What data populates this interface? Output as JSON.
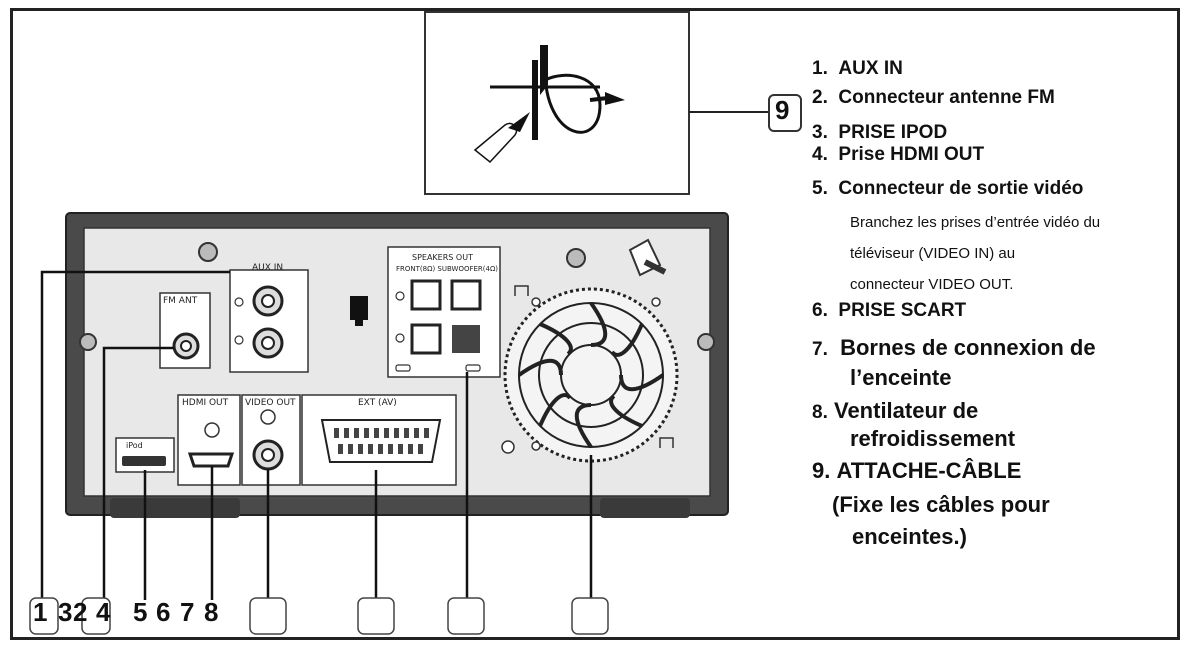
{
  "list": {
    "items": [
      {
        "num": "1.",
        "text": "AUX IN"
      },
      {
        "num": "2.",
        "text": "Connecteur antenne FM"
      },
      {
        "num": "3.",
        "text": "PRISE  IPOD"
      },
      {
        "num": "4.",
        "text": "Prise HDMI OUT"
      },
      {
        "num": "5.",
        "text": "Connecteur de sortie vidéo"
      },
      {
        "num": "6.",
        "text": "PRISE SCART"
      },
      {
        "num": "7.",
        "text": "Bornes de connexion de"
      },
      {
        "num": "8.",
        "text": "Ventilateur de"
      },
      {
        "num": "9.",
        "text": "ATTACHE-CÂBLE"
      }
    ],
    "item5_desc": [
      "Branchez les prises d’entrée vidéo du",
      "téléviseur (VIDEO IN) au",
      "connecteur VIDEO OUT."
    ],
    "item7_cont": "l’enceinte",
    "item8_cont": "refroidissement",
    "item9_cont": [
      "(Fixe les câbles pour",
      "enceintes.)"
    ]
  },
  "callout_top": "9",
  "bottom_row": [
    "1",
    "3",
    "2",
    "4",
    "5",
    "6",
    "7",
    "8"
  ],
  "panel": {
    "aux_in": "AUX IN",
    "fm_ant": "FM ANT",
    "hdmi_out": "HDMI OUT",
    "video_out": "VIDEO OUT",
    "ext": "EXT (AV)",
    "speakers_out": "SPEAKERS OUT",
    "speakers_sub": "FRONT(8Ω)  SUBWOOFER(4Ω)",
    "ipod": "iPod"
  }
}
